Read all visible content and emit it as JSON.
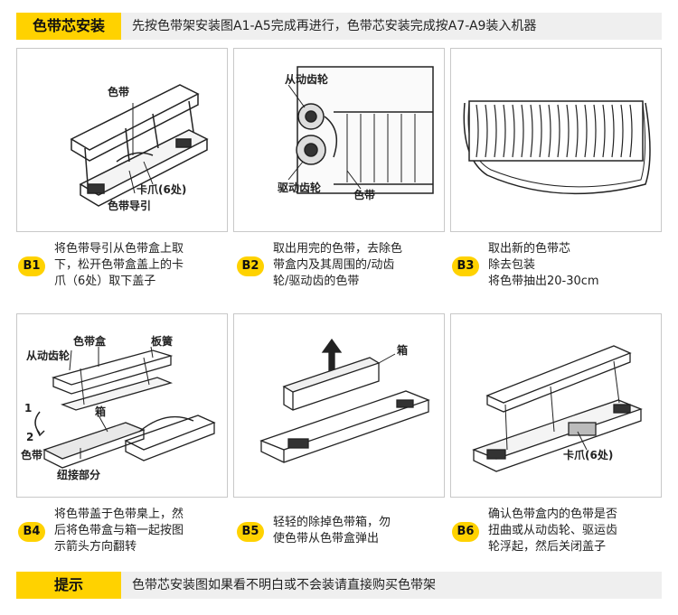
{
  "header": {
    "tag": "色带芯安装",
    "text": "先按色带架安装图A1-A5完成再进行，色带芯安装完成按A7-A9装入机器"
  },
  "steps": [
    {
      "badge": "B1",
      "lines": [
        "将色带导引从色带盒上取",
        "下，松开色带盒盖上的卡",
        "爪（6处）取下盖子"
      ],
      "labels": [
        "色带",
        "卡爪(6处)",
        "色带导引"
      ]
    },
    {
      "badge": "B2",
      "lines": [
        "取出用完的色带，去除色",
        "带盒内及其周围的/动齿",
        "轮/驱动齿的色带"
      ],
      "labels": [
        "从动齿轮",
        "驱动齿轮",
        "色带"
      ]
    },
    {
      "badge": "B3",
      "lines": [
        "取出新的色带芯",
        "除去包装",
        "将色带抽出20-30cm"
      ],
      "labels": []
    },
    {
      "badge": "B4",
      "lines": [
        "将色带盖于色带臬上，然",
        "后将色带盒与箱一起按图",
        "示箭头方向翻转"
      ],
      "labels": [
        "色带盒",
        "板簧",
        "从动齿轮",
        "箱",
        "色带",
        "纽接部分",
        "1",
        "2"
      ]
    },
    {
      "badge": "B5",
      "lines": [
        "轻轻的除掉色带箱，勿",
        "使色带从色带盒弹出"
      ],
      "labels": [
        "箱"
      ]
    },
    {
      "badge": "B6",
      "lines": [
        "确认色带盒内的色带是否",
        "扭曲或从动齿轮、驱运齿",
        "轮浮起，然后关闭盖子"
      ],
      "labels": [
        "卡爪(6处)"
      ]
    }
  ],
  "tip": {
    "tag": "提示",
    "text": "色带芯安装图如果看不明白或不会装请直接购买色带架"
  }
}
